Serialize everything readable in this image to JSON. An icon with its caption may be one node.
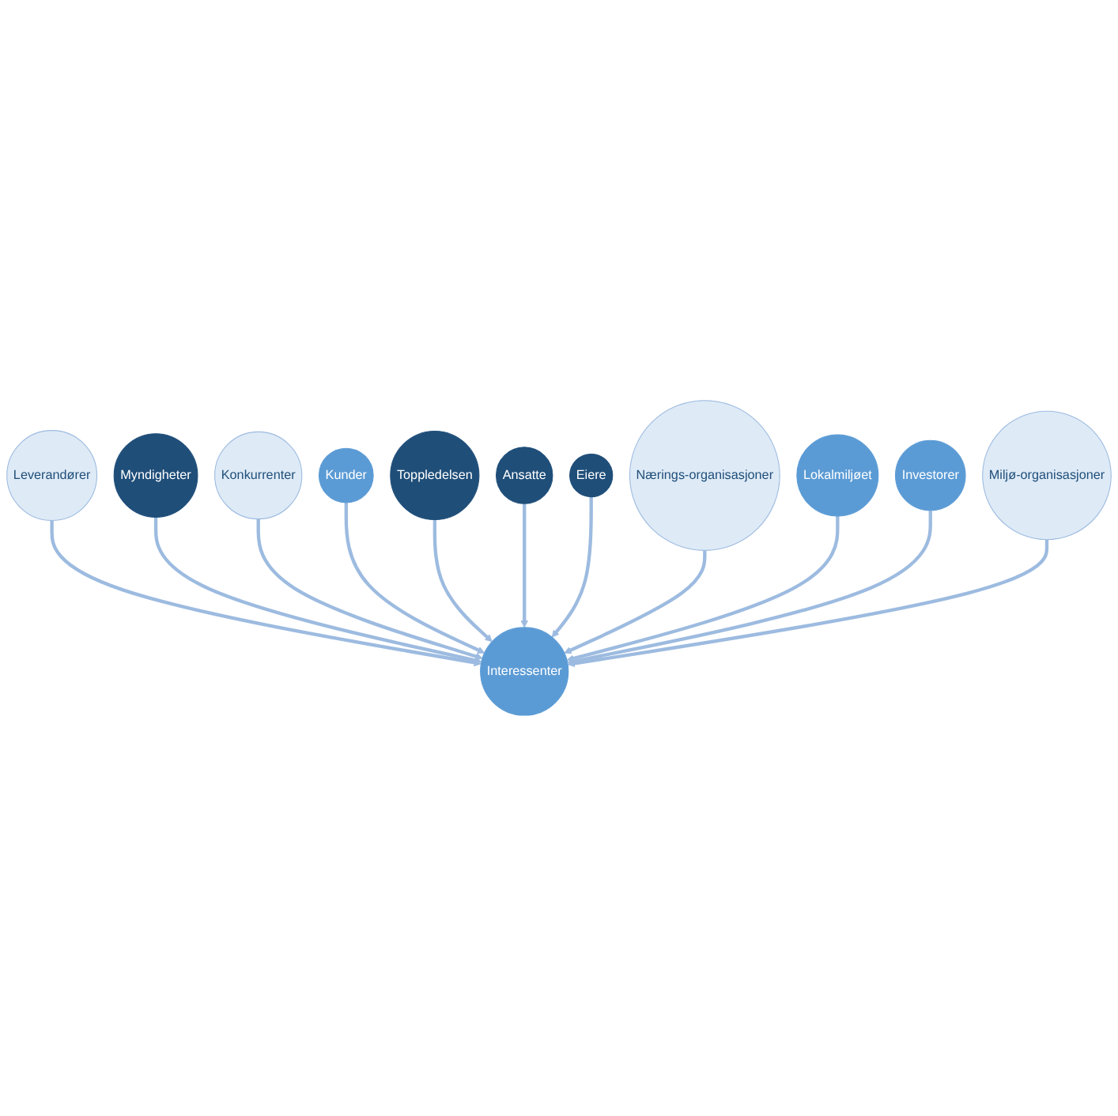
{
  "diagram": {
    "nodes": [
      {
        "text": [
          "Interessenter"
        ]
      },
      {
        "text": [
          "Leverandører"
        ]
      },
      {
        "text": [
          "Myndigheter"
        ]
      },
      {
        "text": [
          "Konkurrenter"
        ]
      },
      {
        "text": [
          "Kunder"
        ]
      },
      {
        "text": [
          "Toppledelsen"
        ]
      },
      {
        "text": [
          "Ansatte"
        ]
      },
      {
        "text": [
          "Eiere"
        ]
      },
      {
        "text": [
          "Nærings-organisasjoner"
        ]
      },
      {
        "text": [
          "Lokalmiljøet"
        ]
      },
      {
        "text": [
          "Investorer"
        ]
      },
      {
        "text": [
          "Miljø-organisasjoner"
        ]
      }
    ],
    "edges": [
      {
        "from": 1,
        "to": 0,
        "arrow": "to"
      },
      {
        "from": 2,
        "to": 0,
        "arrow": "to"
      },
      {
        "from": 3,
        "to": 0,
        "arrow": "to"
      },
      {
        "from": 4,
        "to": 0,
        "arrow": "to"
      },
      {
        "from": 5,
        "to": 0,
        "arrow": "to"
      },
      {
        "from": 6,
        "to": 0,
        "arrow": "to"
      },
      {
        "from": 7,
        "to": 0,
        "arrow": "to"
      },
      {
        "from": 8,
        "to": 0,
        "arrow": "to"
      },
      {
        "from": 9,
        "to": 0,
        "arrow": "to"
      },
      {
        "from": 10,
        "to": 0,
        "arrow": "to"
      },
      {
        "from": 11,
        "to": 0,
        "arrow": "to"
      }
    ]
  }
}
